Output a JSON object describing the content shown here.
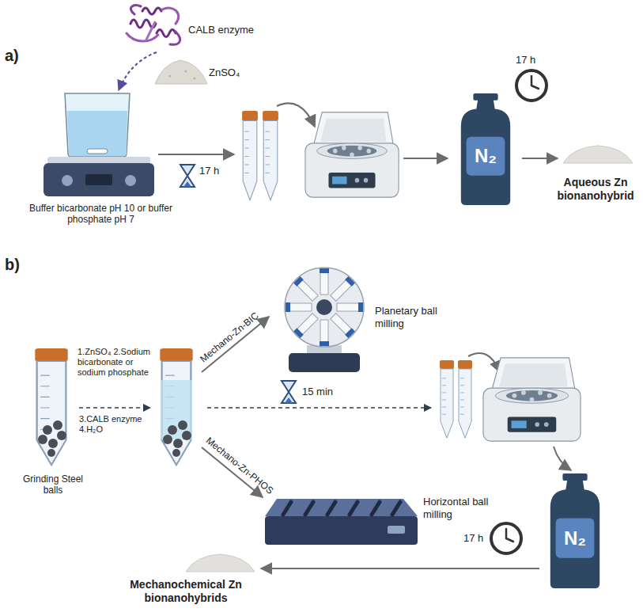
{
  "diagram": {
    "nodes": [
      {
        "text": [
          "N₂"
        ]
      },
      {
        "text": [
          "N₂"
        ]
      }
    ],
    "labels": [
      "a)",
      "CALB enzyme",
      "ZnSO₄",
      "Buffer bicarbonate pH 10 or buffer phosphate pH 7",
      "17 h",
      "17 h",
      "Aqueous Zn bionanohybrid",
      "b)",
      "Grinding Steel balls",
      "1.ZnSO₄ 2.Sodium bicarbonate or sodium phosphate",
      "3.CALB enzyme 4.H₂O",
      "Mechano-Zn-BIC",
      "Planetary ball milling",
      "15 min",
      "Mechano-Zn-PHOS",
      "Horizontal ball milling",
      "17 h",
      "Mechanochemical Zn bionanohybrids"
    ]
  }
}
